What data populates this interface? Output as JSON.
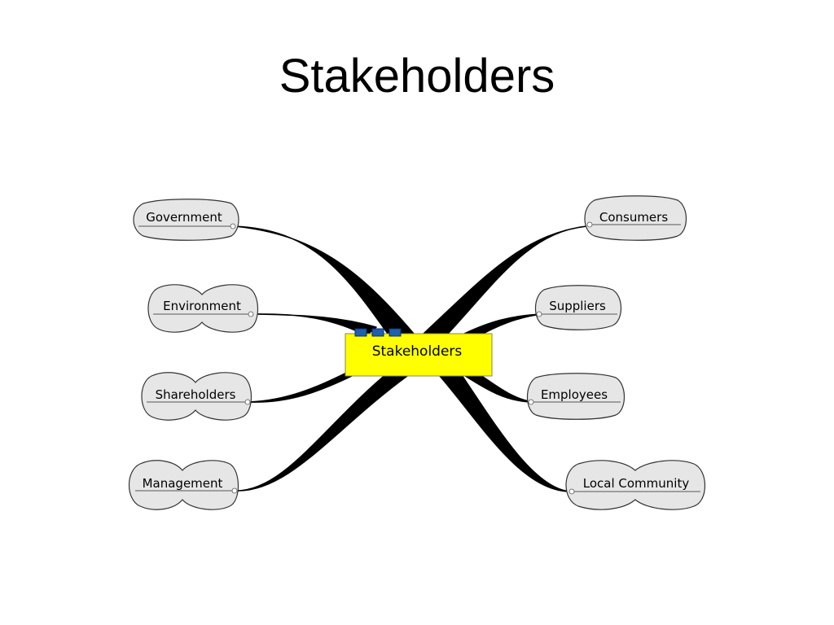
{
  "slide": {
    "title": "Stakeholders"
  },
  "diagram": {
    "center": {
      "label": "Stakeholders",
      "fill": "#ffff00",
      "marker_color": "#1f5fb0"
    },
    "branches": [
      {
        "label": "Government",
        "side": "left",
        "shape": "single"
      },
      {
        "label": "Environment",
        "side": "left",
        "shape": "double"
      },
      {
        "label": "Shareholders",
        "side": "left",
        "shape": "double"
      },
      {
        "label": "Management",
        "side": "left",
        "shape": "double"
      },
      {
        "label": "Consumers",
        "side": "right",
        "shape": "single"
      },
      {
        "label": "Suppliers",
        "side": "right",
        "shape": "single"
      },
      {
        "label": "Employees",
        "side": "right",
        "shape": "single"
      },
      {
        "label": "Local Community",
        "side": "right",
        "shape": "double"
      }
    ],
    "node_fill": "#e6e6e6"
  }
}
